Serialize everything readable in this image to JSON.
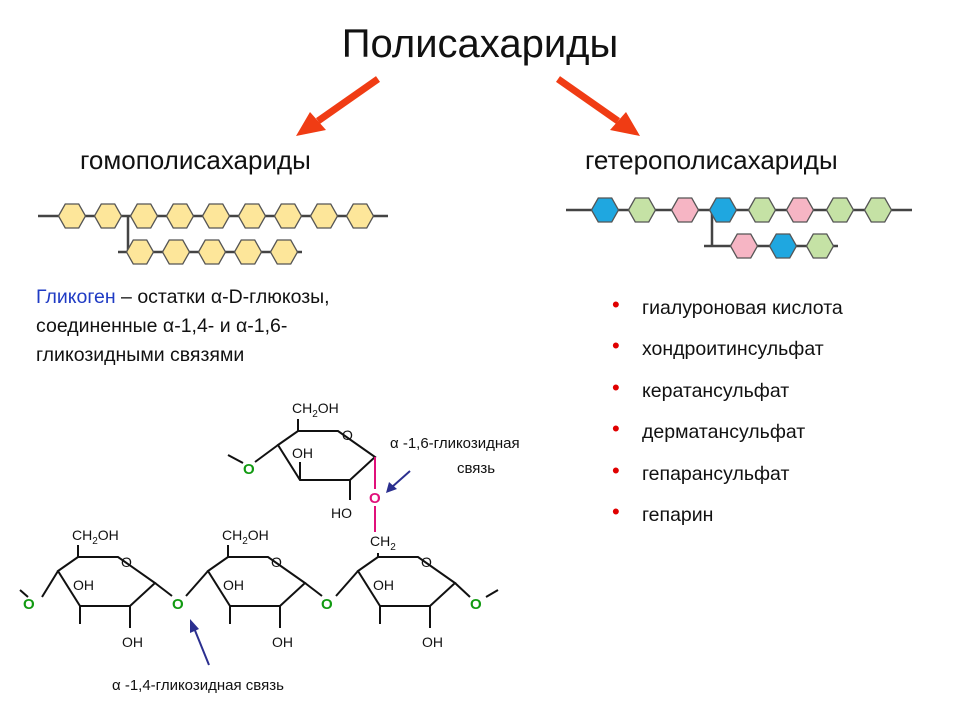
{
  "title": "Полисахариды",
  "homo": {
    "title": "гомополисахариды"
  },
  "hetero": {
    "title": "гетерополисахариды"
  },
  "glycogen": {
    "name": "Гликоген",
    "line1_rest": " – остатки α-D-глюкозы,",
    "line2": "соединенные α-1,4- и α-1,6-",
    "line3": "гликозидными связями"
  },
  "hetero_list": [
    "гиалуроновая кислота",
    "хондроитинсульфат",
    "кератансульфат",
    "дерматансульфат",
    "гепарансульфат",
    "гепарин"
  ],
  "structure": {
    "ch2oh": "CH",
    "sub2": "2",
    "oh_suffix": "OH",
    "ring_o": "O",
    "oh": "OH",
    "ho": "HO",
    "link_o": "O",
    "ch2": "CH",
    "bond16": "α -1,6-гликозидная",
    "bond16_line2": "связь",
    "bond14": "α -1,4-гликозидная связь"
  },
  "colors": {
    "arrow": "#f03c14",
    "glucose": "#fde69a",
    "hetero_blue": "#1fa7e0",
    "hetero_pink": "#f6b5c4",
    "hetero_green": "#c5e2a5",
    "link_o": "#119a11",
    "pink_link": "#e0107a",
    "text_blue": "#1f3bc4",
    "bullet": "#e00000"
  }
}
